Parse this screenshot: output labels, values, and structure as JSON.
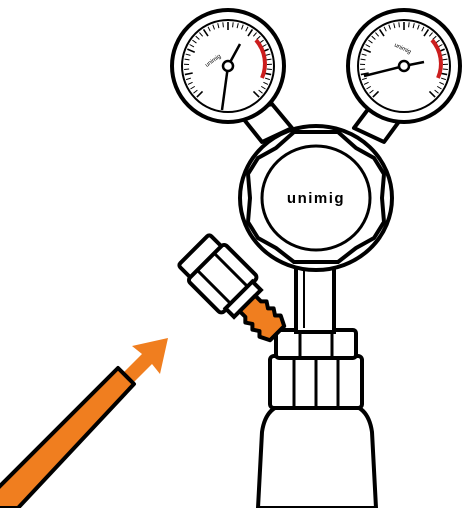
{
  "brand": {
    "name": "unimig"
  },
  "left_gauge": {
    "dial_label": "unimig"
  },
  "right_gauge": {
    "dial_label": "unimig"
  },
  "colors": {
    "accent": "#f07e1f",
    "outline": "#000000",
    "background": "#ffffff",
    "dial_red": "#cc1e1e"
  },
  "icons": {
    "direction_arrow": "arrow-up-right-icon"
  }
}
